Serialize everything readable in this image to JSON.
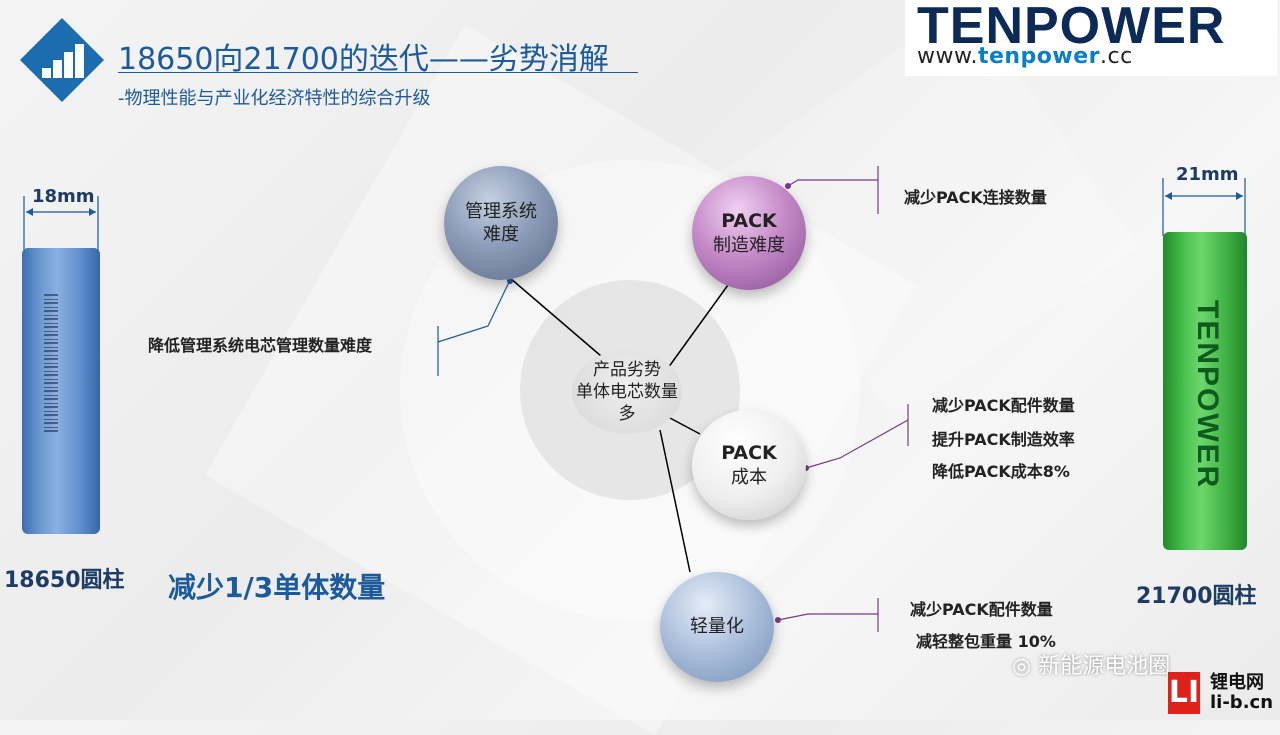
{
  "header": {
    "title": "18650向21700的迭代——劣势消解",
    "subtitle": "-物理性能与产业化经济特性的综合升级"
  },
  "brand": {
    "logo": "TENPOWER",
    "url_prefix": "www.",
    "url_name": "tenpower",
    "url_suffix": ".cc"
  },
  "cells": {
    "left": {
      "dimension": "18mm",
      "label": "18650圆柱"
    },
    "right": {
      "dimension": "21mm",
      "label": "21700圆柱",
      "cell_text": "TENPOWER"
    }
  },
  "highlight": "减少1/3单体数量",
  "diagram": {
    "center": {
      "line1": "产品劣势",
      "line2": "单体电芯数量多"
    },
    "nodes": {
      "mgmt": {
        "line1": "管理系统",
        "line2": "难度",
        "color": "#8c9cb8"
      },
      "pack_mfg": {
        "line1": "PACK",
        "line2": "制造难度",
        "color": "#c48ac8"
      },
      "pack_cost": {
        "line1": "PACK",
        "line2": "成本",
        "color": "#eeeeee"
      },
      "light": {
        "line1": "轻量化",
        "color": "#a8bcd8"
      }
    },
    "notes": {
      "mgmt": [
        "降低管理系统电芯管理数量难度"
      ],
      "pack_mfg": [
        "减少PACK连接数量"
      ],
      "pack_cost": [
        "减少PACK配件数量",
        "提升PACK制造效率",
        "降低PACK成本8%"
      ],
      "light": [
        "减少PACK配件数量",
        "减轻整包重量 10%"
      ]
    }
  },
  "watermark": {
    "wechat": "新能源电池圈",
    "badge": "LI",
    "site_cn": "锂电网",
    "site_url": "li-b.cn"
  },
  "colors": {
    "accent": "#1c5a9c",
    "mgmt_line": "#1c5a9c",
    "purple_line": "#7a3a86"
  }
}
